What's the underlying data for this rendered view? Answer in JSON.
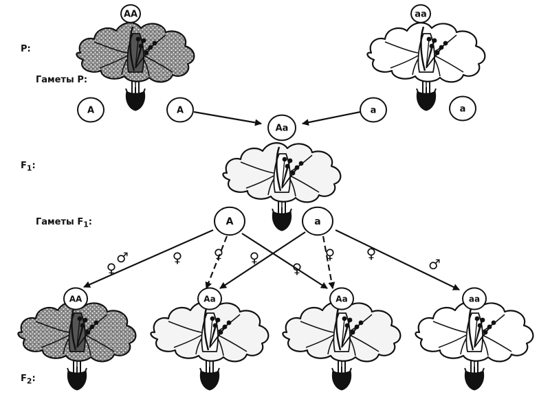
{
  "labels": {
    "p": "P:",
    "gametes_p": "Гаметы P:",
    "f1": "F",
    "f1_sub": "1",
    "gametes_f1": "Гаметы F",
    "gametes_f1_sub": "1",
    "gametes_f1_colon": ":",
    "f2": "F",
    "f2_sub": "2",
    "colon": ":"
  },
  "genotypes": {
    "p_left": "AA",
    "p_right": "aa",
    "f1": "Aa",
    "f2": [
      "AA",
      "Aa",
      "Aa",
      "aa"
    ]
  },
  "gametes_p": [
    "A",
    "A",
    "a",
    "a"
  ],
  "gametes_f1": [
    "A",
    "a"
  ],
  "sex_symbols": {
    "male": "♂",
    "female": "♀"
  },
  "colors": {
    "ink": "#111111",
    "dominant_fill": "#7a7a7a",
    "recessive_fill": "#ffffff",
    "hetero_fill": "#f4f4f4"
  }
}
